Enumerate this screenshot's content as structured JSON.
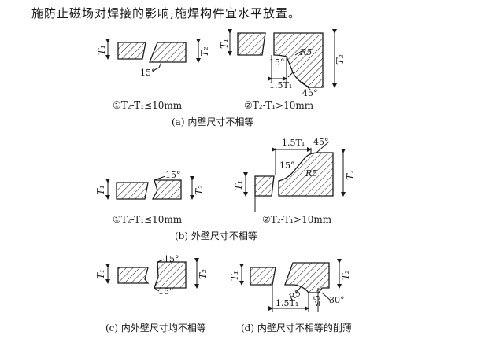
{
  "intro_text": "施防止磁场对焊接的影响;施焊构件宜水平放置。",
  "figures": {
    "a": {
      "caption": "(a) 内壁尺寸不相等",
      "left_sub": "①T₂-T₁≤10mm",
      "right_sub": "②T₂-T₁>10mm",
      "labels": {
        "t1": "T₁",
        "t2": "T₂",
        "angle15": "15°",
        "r5": "R5",
        "angle45": "45°",
        "len15t1": "1.5T₁"
      }
    },
    "b": {
      "caption": "(b) 外壁尺寸不相等",
      "left_sub": "①T₂-T₁≤10mm",
      "right_sub": "②T₂-T₁>10mm",
      "labels": {
        "t1": "T₁",
        "t2": "T₂",
        "angle15": "15°",
        "r5": "R5",
        "angle45": "45°",
        "len15t1": "1.5T₁"
      }
    },
    "c": {
      "caption": "(c) 内外壁尺寸均不相等",
      "labels": {
        "t1": "T₁",
        "t2": "T₂",
        "angle15_top": "15°",
        "angle15_bottom": "15°"
      }
    },
    "d": {
      "caption": "(d) 内壁尺寸不相等的削薄",
      "labels": {
        "t1": "T₁",
        "t2": "T₂",
        "r5": "R5",
        "len15t1": "1.5T₁",
        "le5": "≤5",
        "angle30": "30°"
      }
    }
  },
  "colors": {
    "ink": "#1a1a1a",
    "background": "#ffffff"
  }
}
